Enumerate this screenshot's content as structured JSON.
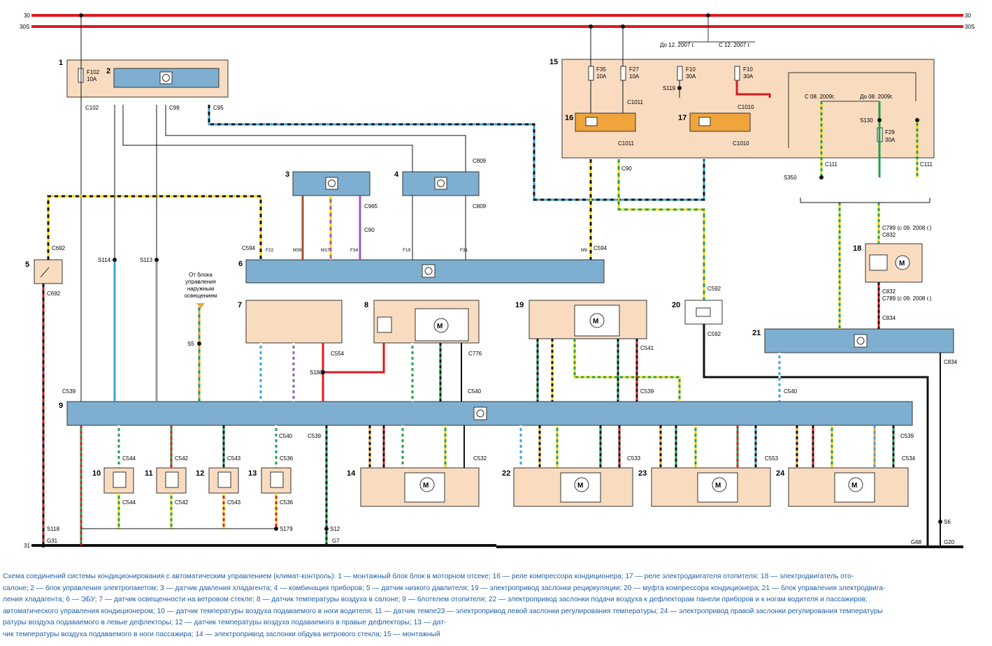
{
  "rails": {
    "r30": "30",
    "r30s": "30S",
    "r31": "31"
  },
  "components": {
    "c1": "1",
    "c2": "2",
    "c3": "3",
    "c4": "4",
    "c5": "5",
    "c6": "6",
    "c7": "7",
    "c8": "8",
    "c9": "9",
    "c10": "10",
    "c11": "11",
    "c12": "12",
    "c13": "13",
    "c14": "14",
    "c15": "15",
    "c16": "16",
    "c17": "17",
    "c18": "18",
    "c19": "19",
    "c20": "20",
    "c21": "21",
    "c22": "22",
    "c23": "23",
    "c24": "24"
  },
  "fuses": {
    "f102": "F102",
    "f102a": "10A",
    "f35": "F35",
    "f35a": "10A",
    "f27": "F27",
    "f27a": "10A",
    "f10": "F10",
    "f10a": "30A",
    "f10b": "F10",
    "f10ba": "30A",
    "f29": "F29",
    "f29a": "30A"
  },
  "dates": {
    "before2007": "До 12. 2007 г.",
    "after2007": "С 12. 2007 г.",
    "after2009": "С 08. 2009г.",
    "before2009": "До 08. 2009г.",
    "c789a": "C789 (с 09. 2008 г.)",
    "c789b": "C789 (с 09. 2008 г.)"
  },
  "connectors": {
    "c102": "C102",
    "c99": "C99",
    "c95": "C95",
    "c965": "C965",
    "c90a": "C90",
    "c809a": "C809",
    "c809b": "C809",
    "c594a": "C594",
    "c594b": "C594",
    "c692a": "C692",
    "c692b": "C692",
    "c1011a": "C1011",
    "c1011b": "C1011",
    "c1010a": "C1010",
    "c1010b": "C1010",
    "c90b": "C90",
    "c111a": "C111",
    "c111b": "C111",
    "c832a": "C832",
    "c832b": "C832",
    "c834a": "C834",
    "c834b": "C834",
    "c592a": "C592",
    "c592b": "C592",
    "c541": "C541",
    "c539a": "C539",
    "c539b": "C539",
    "c539c": "C539",
    "c539d": "C539",
    "c540a": "C540",
    "c540b": "C540",
    "c540c": "C540",
    "c554": "C554",
    "c776": "C776",
    "c544a": "C544",
    "c544b": "C544",
    "c542a": "C542",
    "c542b": "C542",
    "c543a": "C543",
    "c543b": "C543",
    "c536a": "C536",
    "c536b": "C536",
    "c532": "C532",
    "c533": "C533",
    "c553": "C553",
    "c534": "C534"
  },
  "splices": {
    "s114": "S114",
    "s113": "S113",
    "s5": "S5",
    "s180": "S180",
    "s118": "S118",
    "s179": "S179",
    "s12": "S12",
    "s119": "S119",
    "s350": "S350",
    "s130": "S130",
    "s6": "S6"
  },
  "grounds": {
    "g31": "G31",
    "g7": "G7",
    "g68": "G68",
    "g20": "G20"
  },
  "bus_pins": {
    "f22": "F22",
    "m39": "M39",
    "m17": "M17",
    "f34": "F34",
    "f19": "F19",
    "f31": "F31",
    "m9": "M9"
  },
  "note_light": [
    "От блока",
    "управления",
    "наружным",
    "освещением"
  ],
  "caption": [
    "Схема соединений системы кондиционирования с автоматическим управлением (климат-контроль): 1 — монтажный блок блок в моторном отсеке; 16 — реле компрессора кондиционера; 17 — реле электродвигателя отопителя; 18 — электродвигатель ото-",
    "салоне; 2 — блок управления электропакетом; 3 — датчик давления хладагента; 4 — комбинация приборов; 5 — датчик низкого давлителя; 19 — электропривод заслонки рециркуляции; 20 — муфта компрессора кондиционера; 21 — блок управления электродвига-",
    "ления хладагента; 6 — ЭБУ; 7 — датчик освещенности на ветровом стекле; 8 — датчик температуры воздуха в салоне; 9 — блотелем отопителя; 22 — электропривод заслонки подачи воздуха к дефлекторам панели приборов и к ногам водителя и пассажиров;",
    "автоматического управления кондиционером; 10 — датчик температуры воздуха подаваемого в ноги водителя; 11 — датчик темпе23 — электропривод левой заслонки регулирования температуры; 24 — электропривод правой заслонки регулирования температуры",
    "ратуры воздуха подаваемого в левые дефлекторы; 12 — датчик температуры воздуха подаваемого в правые дефлекторы; 13 — дат-",
    "чик температуры воздуха подаваемого в ноги пассажира; 14 — электропривод заслонки обдува ветрового стекла; 15 — монтажный"
  ],
  "colors": {
    "box": "#f9dcc0",
    "module": "#7fafd0",
    "rail_red": "#e0191e",
    "caption_blue": "#1f5fa6"
  }
}
